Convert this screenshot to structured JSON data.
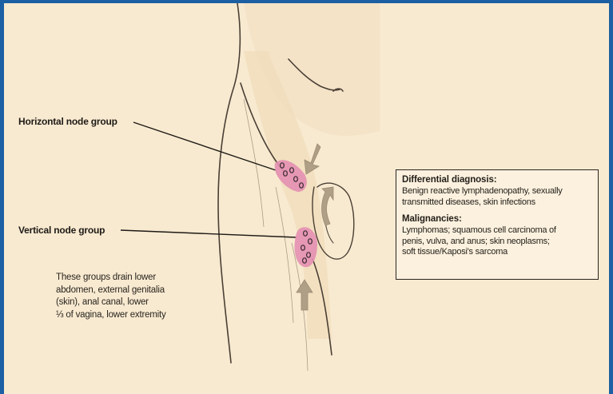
{
  "labels": {
    "horizontal_group": "Horizontal node group",
    "vertical_group": "Vertical node group"
  },
  "drainage_note": {
    "lines": [
      "These groups drain lower",
      "abdomen, external genitalia",
      "(skin), anal canal, lower",
      "⅓ of vagina, lower extremity"
    ]
  },
  "diagnosis_box": {
    "differential": {
      "title": "Differential diagnosis:",
      "lines": [
        "Benign reactive lymphadenopathy, sexually",
        "transmitted diseases, skin infections"
      ]
    },
    "malignancies": {
      "title": "Malignancies:",
      "lines": [
        "Lymphomas; squamous cell carcinoma of",
        "penis, vulva, and anus; skin neoplasms;",
        "soft tissue/Kaposi's sarcoma"
      ]
    }
  },
  "colors": {
    "frame": "#1c5fa3",
    "background": "#f8ead0",
    "node_cluster": "#e38fb1",
    "arrow": "#b09f87",
    "outline": "#4a3f35"
  }
}
